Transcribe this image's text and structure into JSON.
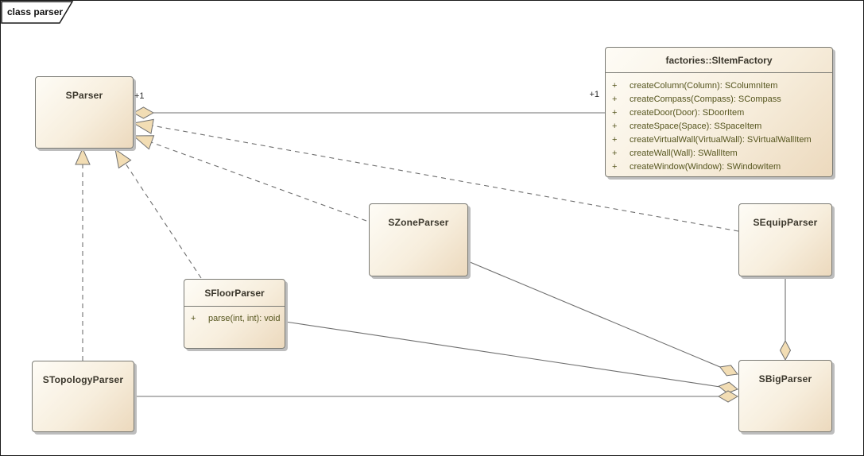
{
  "frame": {
    "label": "class parser"
  },
  "colors": {
    "box_fill_light": "#fefcf6",
    "box_fill_dark": "#ecd9bd",
    "box_border": "#7a7a74",
    "line": "#6f6f6f",
    "arrowhead_fill": "#f2ddb4",
    "title_text": "#3b372c",
    "method_text": "#55551e"
  },
  "classes": {
    "sparser": {
      "name": "SParser"
    },
    "sitemfactory": {
      "name": "factories::SItemFactory",
      "methods": [
        {
          "vis": "+",
          "sig": "createColumn(Column): SColumnItem"
        },
        {
          "vis": "+",
          "sig": "createCompass(Compass): SCompass"
        },
        {
          "vis": "+",
          "sig": "createDoor(Door): SDoorItem"
        },
        {
          "vis": "+",
          "sig": "createSpace(Space): SSpaceItem"
        },
        {
          "vis": "+",
          "sig": "createVirtualWall(VirtualWall): SVirtualWallItem"
        },
        {
          "vis": "+",
          "sig": "createWall(Wall): SWallItem"
        },
        {
          "vis": "+",
          "sig": "createWindow(Window): SWindowItem"
        }
      ]
    },
    "szoneparser": {
      "name": "SZoneParser"
    },
    "sequipparser": {
      "name": "SEquipParser"
    },
    "sfloorparser": {
      "name": "SFloorParser",
      "methods": [
        {
          "vis": "+",
          "sig": "parse(int, int): void"
        }
      ]
    },
    "stopologyparser": {
      "name": "STopologyParser"
    },
    "sbigparser": {
      "name": "SBigParser"
    }
  },
  "edges": {
    "sparser_sitemfactory": {
      "source_label": "+1",
      "target_label": "+1"
    }
  }
}
